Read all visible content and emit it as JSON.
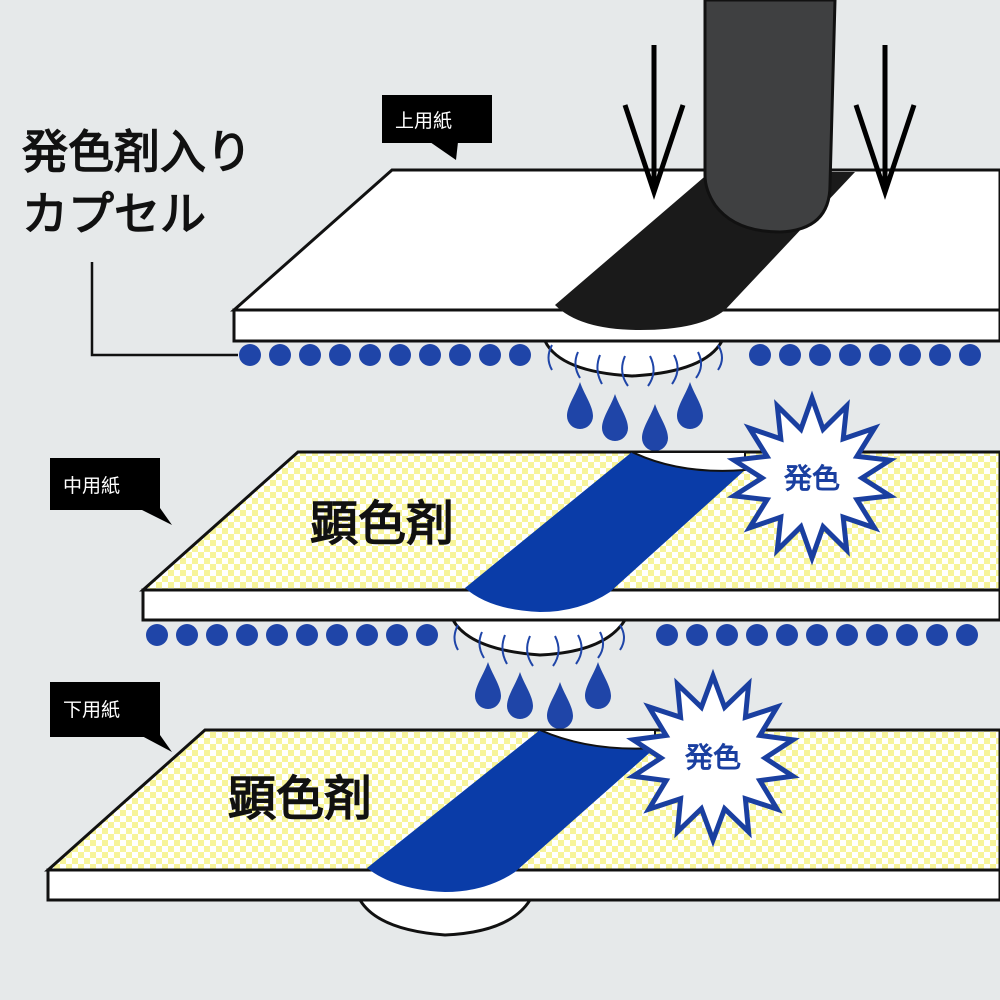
{
  "caption": {
    "line1": "発色剤入り",
    "line2": "カプセル"
  },
  "tags": {
    "top": "上用紙",
    "middle": "中用紙",
    "bottom": "下用紙"
  },
  "developer_label": "顕色剤",
  "color_burst_label": "発色",
  "colors": {
    "background": "#e6e9ea",
    "capsule_blue": "#1f45a8",
    "stylus": "#3f4041",
    "pressed_mark_black": "#1a1a1a",
    "developer_yellow": "#f4f27a",
    "developed_blue": "#0a3ca8",
    "tag_black": "#000000"
  },
  "icons": [
    "down-arrow-icon",
    "stylus-icon",
    "ink-drop-icon",
    "capsule-dot-icon",
    "starburst-icon"
  ]
}
